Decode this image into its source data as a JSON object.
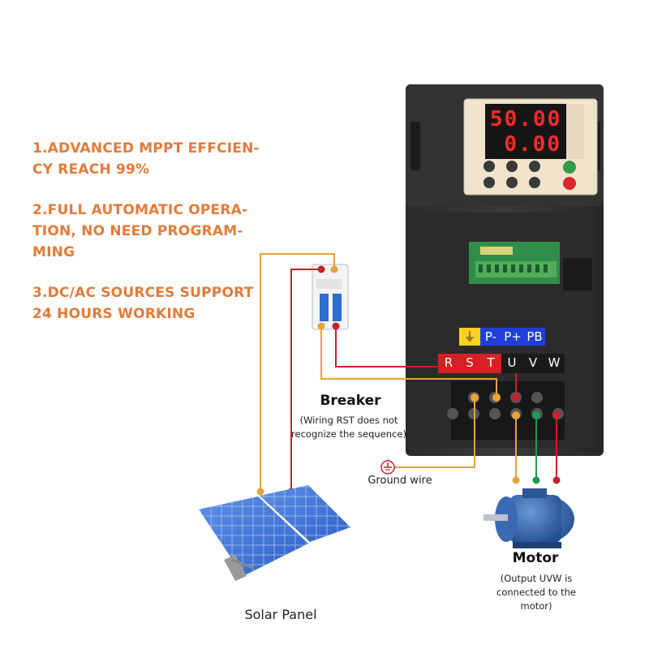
{
  "features": [
    {
      "lines": [
        "1.ADVANCED MPPT EFFCIEN-",
        "CY REACH 99%"
      ]
    },
    {
      "lines": [
        "2.FULL AUTOMATIC OPERA-",
        "TION, NO NEED PROGRAM-",
        "MING"
      ]
    },
    {
      "lines": [
        "3.DC/AC SOURCES SUPPORT",
        "24 HOURS WORKING"
      ]
    }
  ],
  "breaker": {
    "title": "Breaker",
    "note_line1": "(Wiring RST does not",
    "note_line2": "recognize the sequence)"
  },
  "ground": {
    "label": "Ground wire"
  },
  "motor": {
    "title": "Motor",
    "note_line1": "(Output UVW is",
    "note_line2": "connected to the",
    "note_line3": "motor)"
  },
  "solar": {
    "label": "Solar Panel"
  },
  "display": {
    "top_value": "50.00",
    "bottom_value": "0.00"
  },
  "terminals_top": [
    "⏚",
    "P-",
    "P+",
    "PB"
  ],
  "terminals_bottom": [
    "R",
    "S",
    "T",
    "U",
    "V",
    "W"
  ],
  "colors": {
    "accent_orange": "#e37b3a",
    "wire_orange": "#e8a23c",
    "wire_red": "#c8202c",
    "wire_green": "#1f9a5a",
    "terminal_red": "#d91f26",
    "terminal_blue": "#1f3fd8",
    "terminal_yellow": "#ffd21f",
    "motor_blue": "#2f5fa8"
  }
}
